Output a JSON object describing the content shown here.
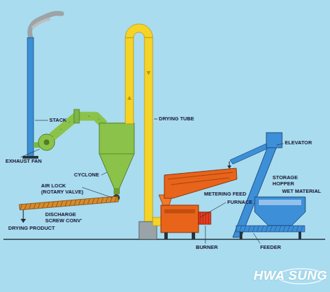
{
  "diagram": {
    "labels": [
      "STACK",
      "EXHAUST FAN",
      "DRYING TUBE",
      "CYCLONE",
      "AIR LOCK (ROTARY VALVE)",
      "DISCHARGE SCREW CONV'",
      "DRYING PRODUCT",
      "ELEVATOR",
      "STORAGE HOPPER",
      "WET MATERIAL",
      "METERING FEED",
      "FURNACE",
      "BURNER",
      "FEEDER",
      "HWA SUNG"
    ]
  }
}
